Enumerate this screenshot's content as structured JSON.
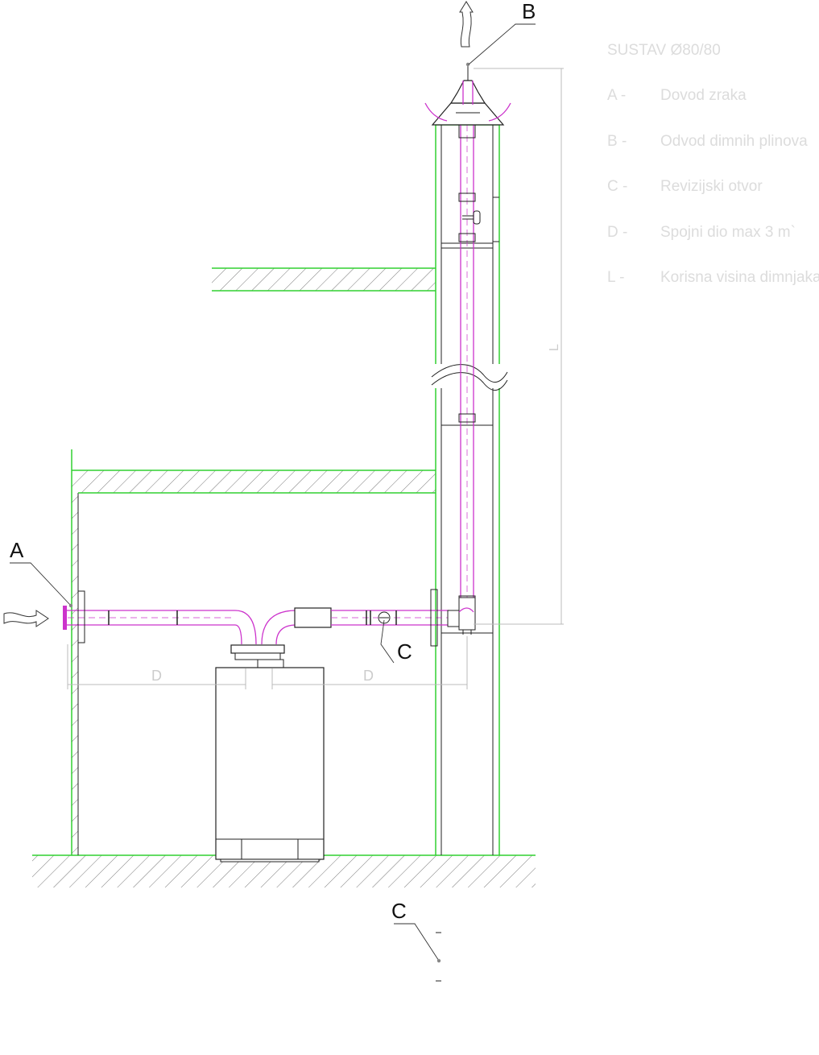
{
  "legend": {
    "title": "SUSTAV Ø80/80",
    "items": [
      {
        "code": "A -",
        "text": "Dovod zraka"
      },
      {
        "code": "B -",
        "text": "Odvod dimnih plinova"
      },
      {
        "code": "C -",
        "text": "Revizijski otvor"
      },
      {
        "code": "D -",
        "text": "Spojni dio max 3 m`"
      },
      {
        "code": "L -",
        "text": "Korisna visina dimnjaka"
      }
    ]
  },
  "labels": {
    "a": "A",
    "b": "B",
    "c_pipe": "C",
    "c_chimney": "C",
    "d_left": "D",
    "d_right": "D",
    "l": "L"
  },
  "colors": {
    "wall": "#30d030",
    "pipe": "#cc33cc",
    "line": "#111111",
    "dimension": "#bbbbbb",
    "legend_text": "#dcdcdc"
  }
}
